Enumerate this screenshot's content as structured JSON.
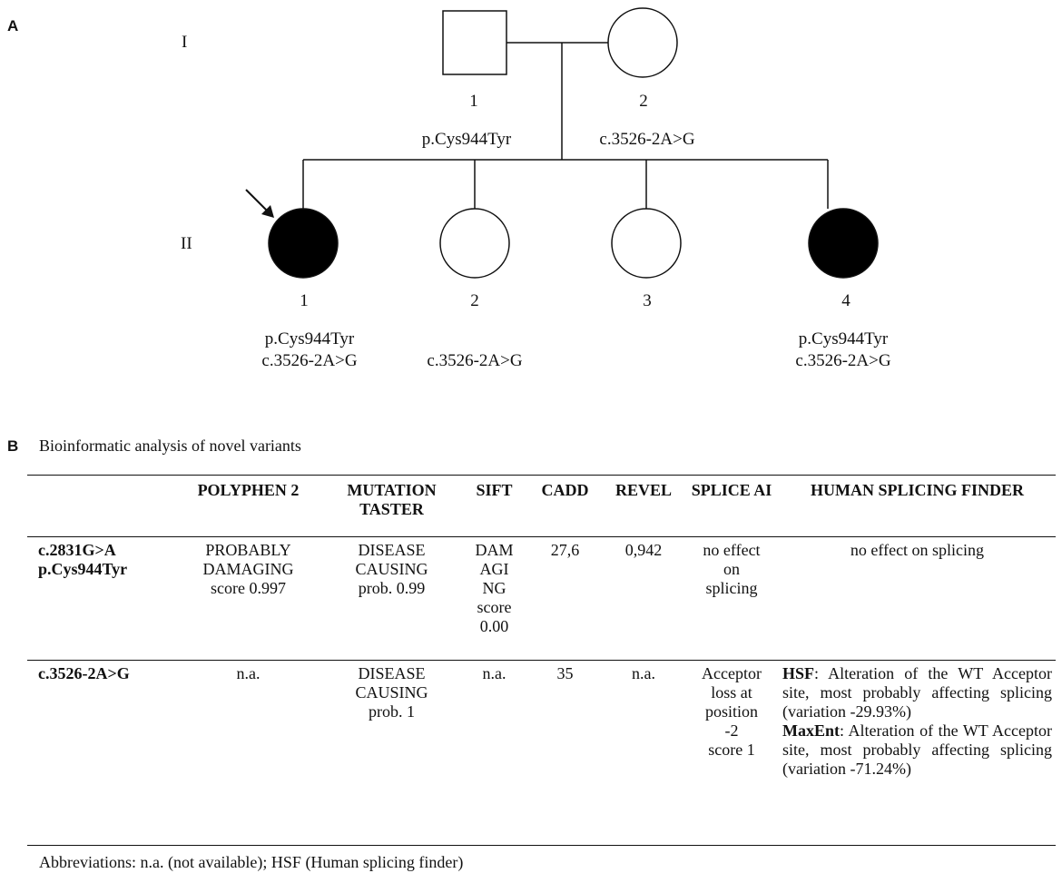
{
  "panel_a": {
    "letter": "A",
    "generations": [
      "I",
      "II"
    ],
    "arrow_label": "proband-arrow",
    "gen1": [
      {
        "id": "1",
        "sex": "male",
        "affected": false,
        "genotype": [
          "p.Cys944Tyr"
        ]
      },
      {
        "id": "2",
        "sex": "female",
        "affected": false,
        "genotype": [
          "c.3526-2A>G"
        ]
      }
    ],
    "gen2": [
      {
        "id": "1",
        "sex": "female",
        "affected": true,
        "proband": true,
        "genotype": [
          "p.Cys944Tyr",
          "c.3526-2A>G"
        ]
      },
      {
        "id": "2",
        "sex": "female",
        "affected": false,
        "genotype": [
          "c.3526-2A>G"
        ]
      },
      {
        "id": "3",
        "sex": "female",
        "affected": false,
        "genotype": []
      },
      {
        "id": "4",
        "sex": "female",
        "affected": true,
        "genotype": [
          "p.Cys944Tyr",
          "c.3526-2A>G"
        ]
      }
    ]
  },
  "panel_b": {
    "letter": "B",
    "title": "Bioinformatic analysis of novel variants",
    "headers": [
      "",
      "POLYPHEN 2",
      "MUTATION TASTER",
      "SIFT",
      "CADD",
      "REVEL",
      "SPLICE AI",
      "HUMAN SPLICING FINDER"
    ],
    "rows": [
      {
        "variant": [
          "c.2831G>A",
          "p.Cys944Tyr"
        ],
        "polyphen": [
          "PROBABLY",
          "DAMAGING",
          "score 0.997"
        ],
        "mutation_taster": [
          "DISEASE",
          "CAUSING",
          "prob. 0.99"
        ],
        "sift": [
          "DAM",
          "AGI",
          "NG",
          "score",
          "0.00"
        ],
        "cadd": "27,6",
        "revel": "0,942",
        "splice_ai": [
          "no effect",
          "on",
          "splicing"
        ],
        "hsf": "no effect on splicing"
      },
      {
        "variant": [
          "c.3526-2A>G"
        ],
        "polyphen": [
          "n.a."
        ],
        "mutation_taster": [
          "DISEASE",
          "CAUSING",
          "prob. 1"
        ],
        "sift": [
          "n.a."
        ],
        "cadd": "35",
        "revel": "n.a.",
        "splice_ai": [
          "Acceptor",
          "loss at",
          "position",
          "-2",
          "score 1"
        ],
        "hsf_entries": [
          {
            "label": "HSF",
            "text": ": Alteration of the WT Acceptor site, most probably affecting splicing (variation -29.93%)"
          },
          {
            "label": "MaxEnt",
            "text": ": Alteration of the WT Acceptor site, most probably affecting splicing (variation -71.24%)"
          }
        ]
      }
    ],
    "footnote": "Abbreviations: n.a. (not available); HSF (Human splicing finder)"
  }
}
